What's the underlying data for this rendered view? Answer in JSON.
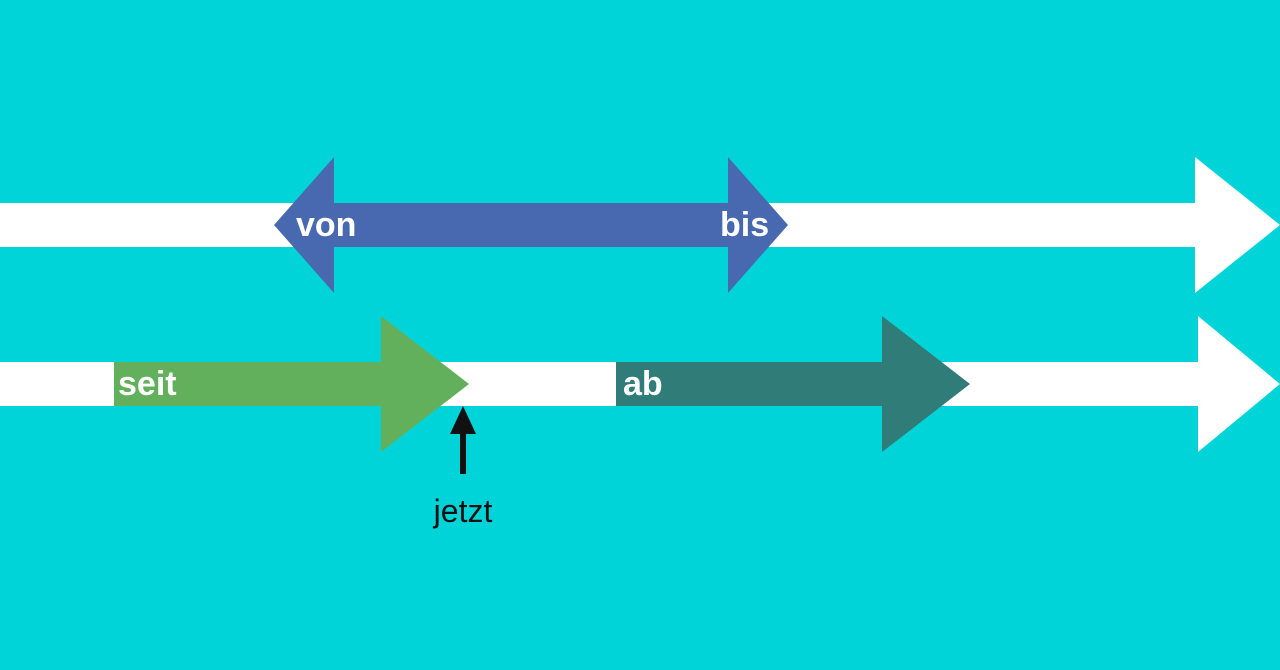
{
  "labels": {
    "von": "von",
    "bis": "bis",
    "seit": "seit",
    "ab": "ab",
    "jetzt": "jetzt"
  },
  "colors": {
    "background": "#00d4d8",
    "timeline": "#ffffff",
    "von_bis": "#4868b0",
    "seit": "#62b05c",
    "ab": "#2f7c78",
    "now_marker": "#111111"
  }
}
